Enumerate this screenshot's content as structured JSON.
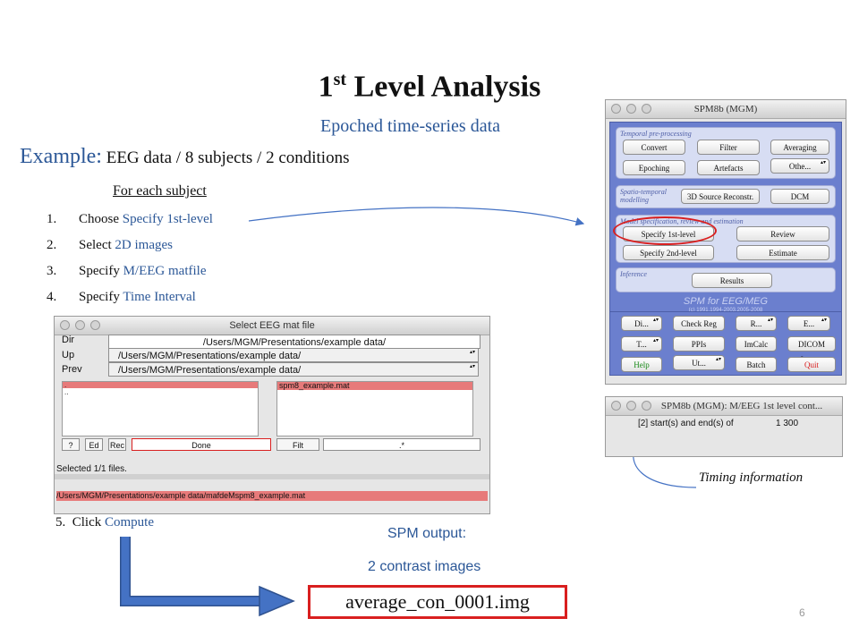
{
  "slide": {
    "title_main": "1",
    "title_sup": "st",
    "title_rest": " Level Analysis",
    "subtitle": "Epoched time-series data",
    "example_label": "Example:",
    "example_text": " EEG data / 8 subjects / 2 conditions",
    "for_each": "For each subject",
    "steps": [
      {
        "n": "1.",
        "pre": "Choose ",
        "hl": "Specify 1st-level"
      },
      {
        "n": "2.",
        "pre": "Select ",
        "hl": "2D images"
      },
      {
        "n": "3.",
        "pre": "Specify ",
        "hl": "M/EEG matfile"
      },
      {
        "n": "4.",
        "pre": "Specify ",
        "hl": "Time Interval"
      }
    ],
    "step5": {
      "n": "5.",
      "pre": "Click ",
      "hl": "Compute"
    },
    "spm_output": "SPM output:",
    "contrast_images": "2 contrast images",
    "output_file": "average_con_0001.img",
    "timing_note": "Timing information",
    "page_number": "6"
  },
  "spm_window": {
    "title": "SPM8b (MGM)",
    "sections": {
      "temporal": "Temporal pre-processing",
      "spatio": "Spatio-temporal modelling",
      "model": "Model specification, review and estimation",
      "inference": "Inference"
    },
    "buttons": {
      "convert": "Convert",
      "filter": "Filter",
      "averaging": "Averaging",
      "epoching": "Epoching",
      "artefacts": "Artefacts",
      "other": "Othe...",
      "source": "3D Source Reconstr.",
      "dcm": "DCM",
      "specify1": "Specify 1st-level",
      "review": "Review",
      "specify2": "Specify 2nd-level",
      "estimate": "Estimate",
      "results": "Results"
    },
    "brand": "SPM for EEG/MEG",
    "copyright": "(c) 1991,1994-2003,2005-2008",
    "tools": [
      "Di...",
      "Check Reg",
      "R...",
      "E...",
      "T...",
      "PPIs",
      "ImCalc",
      "DICOM Import",
      "Help",
      "Ut...",
      "Batch",
      "Quit"
    ]
  },
  "timing_window": {
    "title": "SPM8b (MGM): M/EEG 1st level cont...",
    "prompt": "[2] start(s) and end(s) of",
    "value": "1 300"
  },
  "select_window": {
    "title": "Select EEG mat file",
    "dir_label": "Dir",
    "up_label": "Up",
    "prev_label": "Prev",
    "dir_value": "/Users/MGM/Presentations/example data/",
    "up_value": "/Users/MGM/Presentations/example data/",
    "prev_value": "/Users/MGM/Presentations/example data/",
    "left_list": [
      ".",
      ".."
    ],
    "right_list": [
      "spm8_example.mat"
    ],
    "btn_help": "?",
    "btn_ed": "Ed",
    "btn_rec": "Rec",
    "btn_done": "Done",
    "btn_filt": "Filt",
    "filter_value": ".*",
    "status": "Selected 1/1 files.",
    "selected_file": "/Users/MGM/Presentations/example data/mafdeMspm8_example.mat"
  },
  "colors": {
    "accent_blue": "#2b5797",
    "highlight_red": "#d91f1f",
    "arrow_blue": "#4472c4"
  }
}
